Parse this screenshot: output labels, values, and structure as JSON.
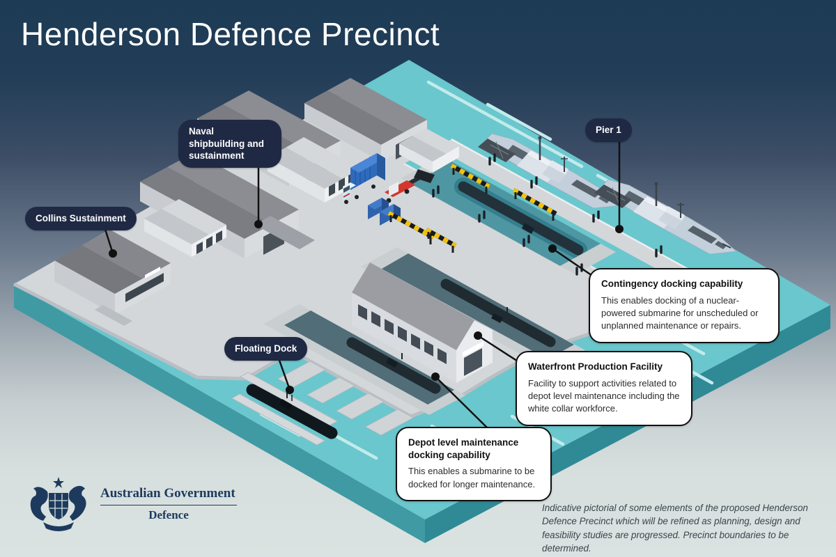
{
  "title": "Henderson Defence Precinct",
  "pills": {
    "naval": "Naval shipbuilding and sustainment",
    "collins": "Collins Sustainment",
    "pier1": "Pier 1",
    "floating": "Floating Dock"
  },
  "callouts": {
    "contingency": {
      "title": "Contingency docking capability",
      "body": "This enables docking of a nuclear-powered submarine for unscheduled or unplanned maintenance or repairs."
    },
    "waterfront": {
      "title": "Waterfront Production Facility",
      "body": "Facility to support activities related to depot level maintenance including the white collar workforce."
    },
    "depot": {
      "title": "Depot level maintenance docking capability",
      "body": "This enables a submarine to be docked for longer maintenance."
    }
  },
  "footer": {
    "government": "Australian Government",
    "department": "Defence",
    "disclaimer": "Indicative pictorial of some elements of the proposed Henderson Defence Precinct which will be refined as planning, design and feasibility studies are progressed. Precinct boundaries to be determined."
  },
  "palette": {
    "background_top": "#1e3b55",
    "background_bottom": "#dae3e1",
    "water": "#6ac7cd",
    "water_side": "#47a3ac",
    "land": "#d3d7d9",
    "dock_water": "#4f96a3",
    "drydock_water": "#506d78",
    "label_pill": "#1f2944",
    "callout_border": "#101010",
    "crest_navy": "#1d3a5e",
    "warship_hull": "#c4cfdc",
    "container_blue": "#2f6bbd",
    "stacker_red": "#d2372e",
    "hazard_yellow": "#f4c20d"
  }
}
